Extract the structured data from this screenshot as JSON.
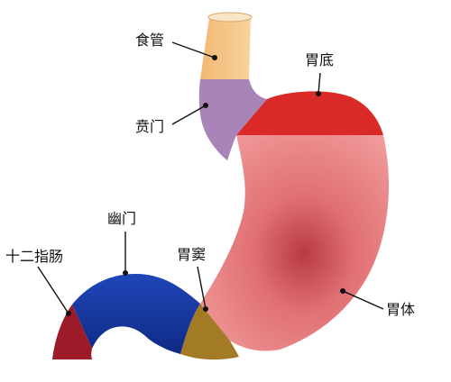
{
  "labels": {
    "esophagus": "食管",
    "cardia": "贲门",
    "fundus": "胃底",
    "pylorus": "幽门",
    "duodenum": "十二指肠",
    "antrum": "胃窦",
    "body": "胃体"
  },
  "colors": {
    "esophagus": "#f4c381",
    "cardia": "#a984b8",
    "fundus": "#d92a27",
    "body": "#e8787a",
    "antrum": "#a37a25",
    "pylorus": "#1537a0",
    "duodenum": "#9d1a28"
  }
}
